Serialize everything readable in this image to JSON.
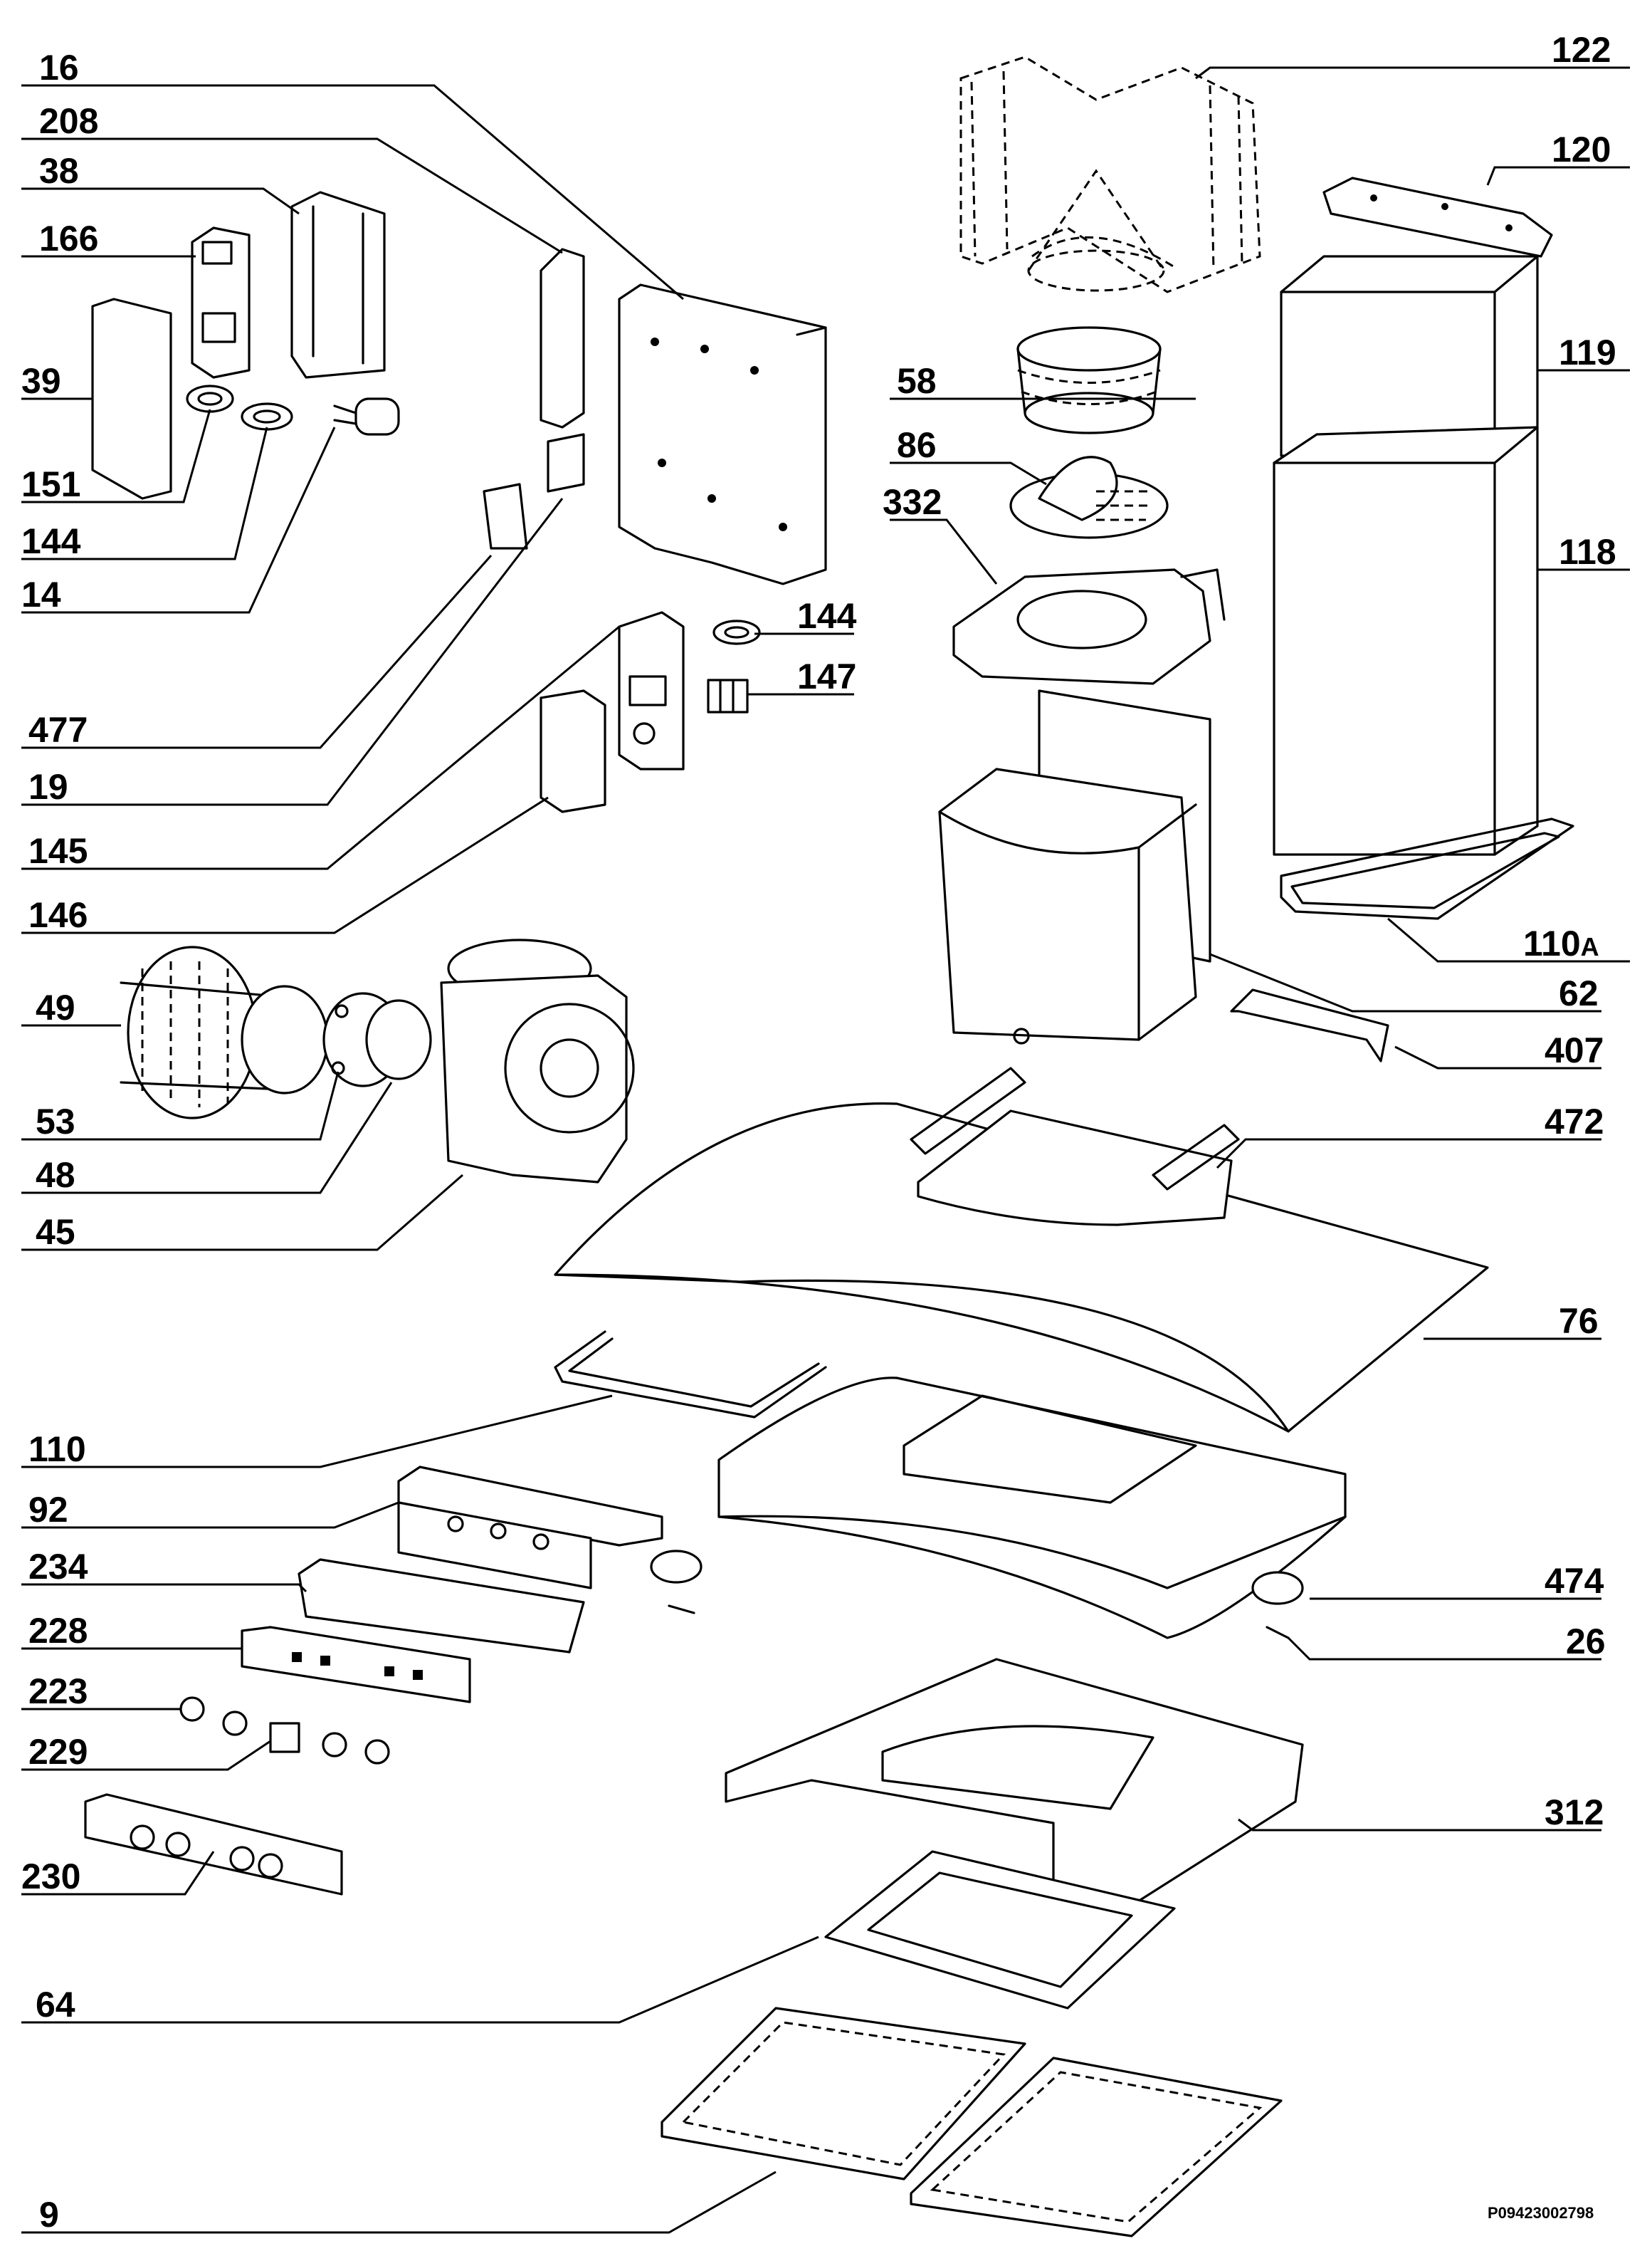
{
  "diagram": {
    "drawing_code": "P09423002798",
    "labels": {
      "l16": "16",
      "l208": "208",
      "l38": "38",
      "l166": "166",
      "l39": "39",
      "l151": "151",
      "l144a": "144",
      "l14": "14",
      "l477": "477",
      "l19": "19",
      "l145": "145",
      "l146": "146",
      "l49": "49",
      "l53": "53",
      "l48": "48",
      "l45": "45",
      "l110": "110",
      "l92": "92",
      "l234": "234",
      "l228": "228",
      "l223": "223",
      "l229": "229",
      "l230": "230",
      "l64": "64",
      "l9": "9",
      "l122": "122",
      "l120": "120",
      "l119": "119",
      "l58": "58",
      "l86": "86",
      "l332": "332",
      "l118": "118",
      "l144b": "144",
      "l147": "147",
      "l110a": "110",
      "l110a_suffix": "A",
      "l62": "62",
      "l407": "407",
      "l472": "472",
      "l76": "76",
      "l474": "474",
      "l26": "26",
      "l312": "312"
    }
  }
}
